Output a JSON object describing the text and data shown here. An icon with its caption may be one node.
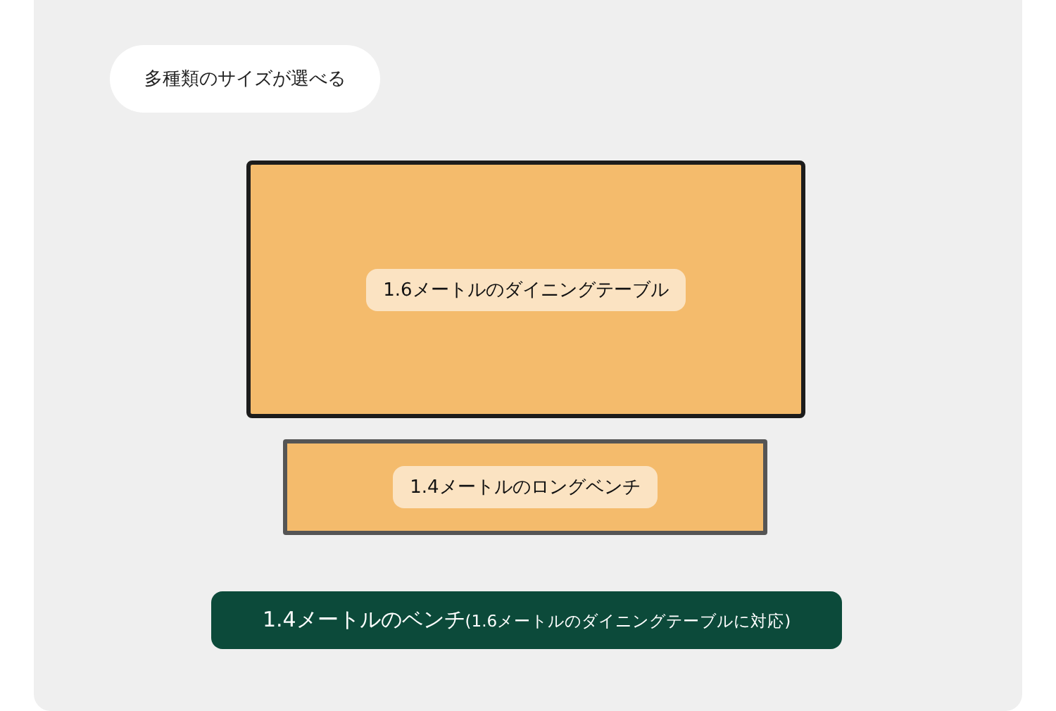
{
  "diagram": {
    "nodes": [
      {
        "text": [
          "多種類のサイズが選べる"
        ]
      },
      {
        "text": [
          "1.6メートルのダイニングテーブル"
        ]
      },
      {
        "text": [
          "1.4メートルのロングベンチ"
        ]
      },
      {
        "text": [
          "1.4メートルのベンチ",
          "(1.6メートルのダイニングテーブルに対応)"
        ]
      }
    ]
  }
}
